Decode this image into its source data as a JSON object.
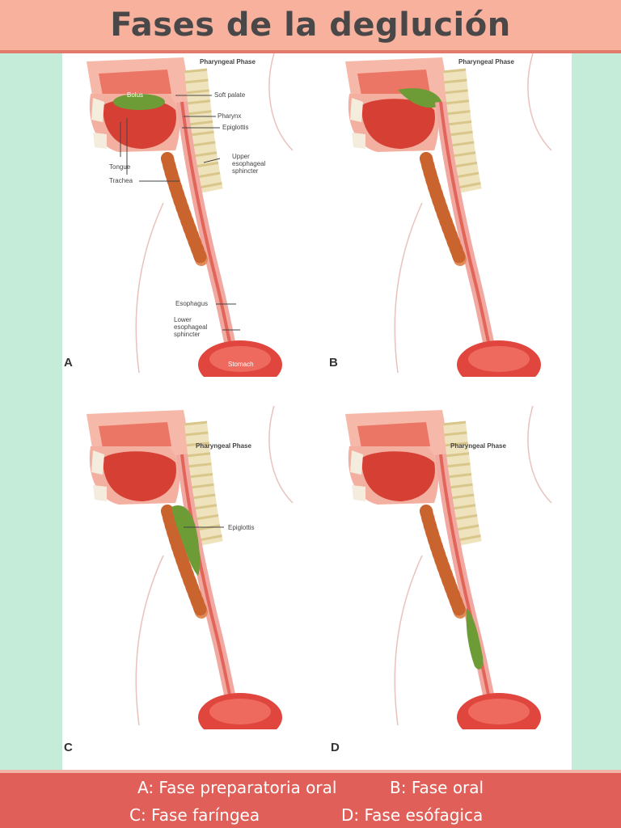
{
  "title": "Fases de la deglución",
  "panels": [
    {
      "letter": "A",
      "phase": "Pharyngeal Phase",
      "labels": {
        "bolus": "Bolus",
        "soft_palate": "Soft palate",
        "pharynx": "Pharynx",
        "epiglottis": "Epiglottis",
        "tongue": "Tongue",
        "trachea": "Trachea",
        "upper_sphincter_1": "Upper",
        "upper_sphincter_2": "esophageal",
        "upper_sphincter_3": "sphincter",
        "esophagus": "Esophagus",
        "lower_sphincter_1": "Lower",
        "lower_sphincter_2": "esophageal",
        "lower_sphincter_3": "sphincter",
        "stomach": "Stomach"
      }
    },
    {
      "letter": "B",
      "phase": "Pharyngeal Phase"
    },
    {
      "letter": "C",
      "phase": "Pharyngeal Phase",
      "labels": {
        "epiglottis": "Epiglottis"
      }
    },
    {
      "letter": "D",
      "phase": "Pharyngeal Phase"
    }
  ],
  "captions": {
    "a": "A: Fase preparatoria oral",
    "b": "B: Fase oral",
    "c": "C: Fase faríngea",
    "d": "D: Fase esófagica"
  },
  "colors": {
    "header_bg": "#f7b19c",
    "side_bg": "#c4ecd9",
    "footer_bg": "#e05f58",
    "title_text": "#4a4748"
  }
}
